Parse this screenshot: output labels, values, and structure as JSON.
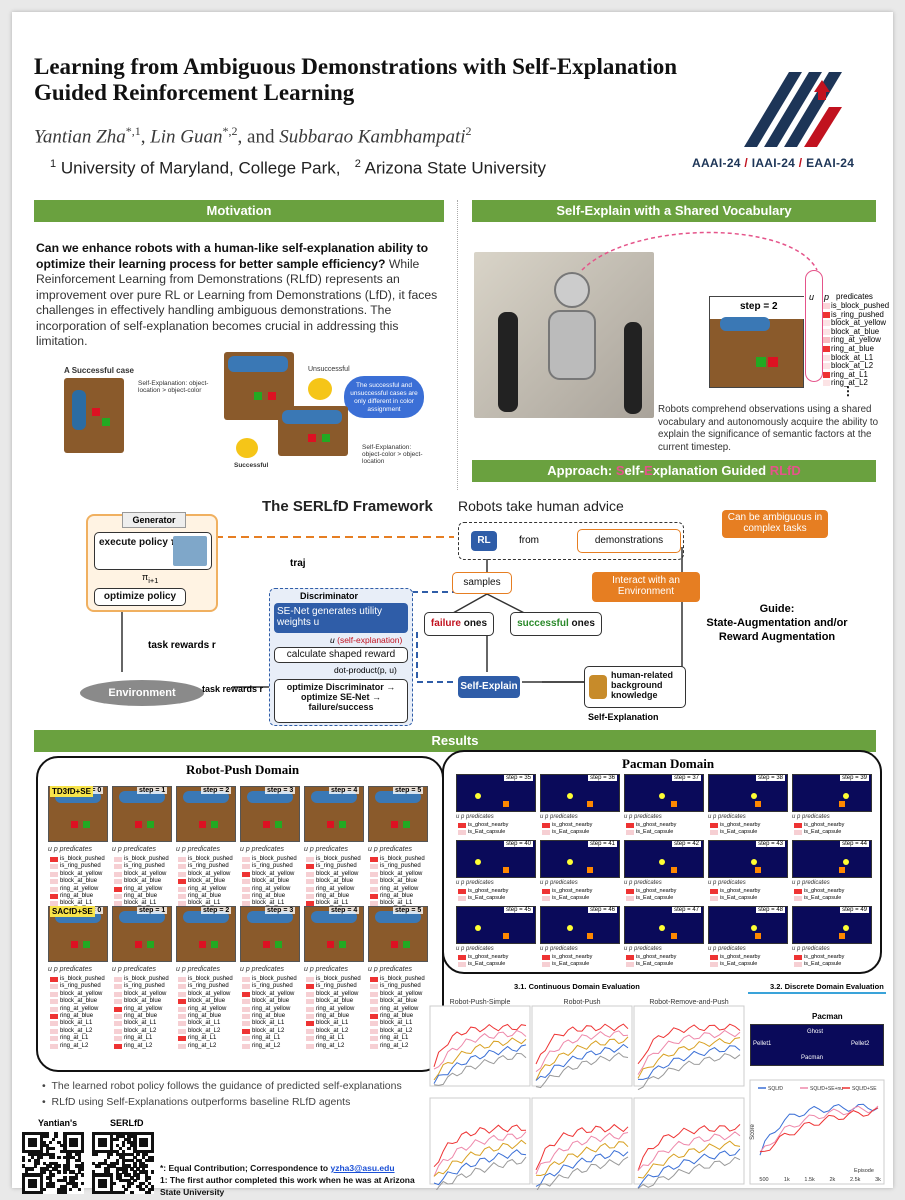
{
  "header": {
    "title_line1": "Learning from Ambiguous Demonstrations with Self-Explanation",
    "title_line2": "Guided Reinforcement Learning",
    "author1": "Yantian Zha",
    "author1_sup": "*,1",
    "author2": "Lin Guan",
    "author2_sup": "*,2",
    "and": ", and",
    "author3": "Subbarao Kambhampati",
    "author3_sup": "2",
    "affil1_sup": "1",
    "affil1": "University of Maryland, College Park,",
    "affil2_sup": "2",
    "affil2": "Arizona State University",
    "conf_aaai": "AAAI-24",
    "conf_iaai": "IAAI-24",
    "conf_eaai": "EAAI-24",
    "sep": "/"
  },
  "motivation": {
    "banner": "Motivation",
    "bold_text": "Can we enhance robots with a human-like self-explanation ability to optimize their learning process for better sample efficiency?",
    "body_text": " While Reinforcement Learning from Demonstrations (RLfD) represents an improvement over pure RL or Learning from Demonstrations (LfD), it faces challenges in effectively handling ambiguous demonstrations. The incorporation of self-explanation becomes crucial in addressing this limitation.",
    "fig_success_case": "A Successful case",
    "fig_self_exp1": "Self-Explanation: object-location > object-color",
    "fig_unsuccessful": "Unsuccessful",
    "fig_bubble": "The successful and unsuccessful cases are only different in color assignment",
    "fig_self_exp2": "Self-Explanation: object-color > object-location",
    "fig_successful": "Successful"
  },
  "selfexplain": {
    "banner": "Self-Explain with a Shared Vocabulary",
    "step": "step = 2",
    "u": "u",
    "p": "p",
    "predicates_hdr": "predicates",
    "predicates": [
      "is_block_pushed",
      "is_ring_pushed",
      "block_at_yellow",
      "block_at_blue",
      "ring_at_yellow",
      "ring_at_blue",
      "block_at_L1",
      "block_at_L2",
      "ring_at_L1",
      "ring_at_L2"
    ],
    "ellipsis": "⋮",
    "caption": "Robots comprehend observations using a shared vocabulary and autonomously acquire the ability to explain the significance of semantic factors at the current timestep."
  },
  "approach": {
    "banner_prefix": "Approach: ",
    "s": "S",
    "elf": "elf-",
    "e": "E",
    "xplanation": "xplanation Guided ",
    "rlfd": "RLfD",
    "framework_title": "The SERLfD Framework",
    "human_advice": "Robots take human advice",
    "generator": "Generator",
    "execute_policy": "execute policy π",
    "execute_sub": "i",
    "pi_next": "π",
    "pi_next_sub": "i+1",
    "optimize_policy": "optimize policy",
    "traj": "traj",
    "task_rewards1": "task rewards r",
    "environment": "Environment",
    "task_rewards2": "task rewards r",
    "rl": "RL",
    "from": "from",
    "demonstrations": "demonstrations",
    "ambiguous": "Can be ambiguous in complex tasks",
    "samples": "samples",
    "interact": "Interact with an Environment",
    "discriminator": "Discriminator",
    "senet": "SE-Net generates utility weights u",
    "u_self": "u",
    "self_expl_lbl": "(self-explanation)",
    "calc_reward": "calculate shaped reward",
    "dot_product": "dot-product(p, u)",
    "optimize_disc": "optimize Discriminator → optimize SE-Net → failure/success",
    "failure": "failure",
    "ones1": " ones",
    "successful": "successful",
    "ones2": " ones",
    "self_explain": "Self-Explain",
    "human_knowledge": "human-related background knowledge",
    "self_explanation_lbl": "Self-Explanation",
    "guide": "Guide:",
    "guide_sub": "State-Augmentation and/or Reward Augmentation"
  },
  "results": {
    "banner": "Results",
    "robot_domain": "Robot-Push Domain",
    "pacman_domain": "Pacman Domain",
    "robot_row1_label": "TD3fD+SE",
    "robot_row2_label": "SACfD+SE",
    "robot_steps": [
      "step = 0",
      "step = 1",
      "step = 2",
      "step = 3",
      "step = 4",
      "step = 5"
    ],
    "pac_steps_row1": [
      "step = 35",
      "step = 36",
      "step = 37",
      "step = 38",
      "step = 39"
    ],
    "pac_steps_row2": [
      "step = 40",
      "step = 41",
      "step = 42",
      "step = 43",
      "step = 44"
    ],
    "pac_steps_row3": [
      "step = 45",
      "step = 46",
      "step = 47",
      "step = 48",
      "step = 49"
    ],
    "up_predicates": "u p  predicates",
    "pac_predicates": [
      "is_ghost_nearby",
      "is_Eat_capsule"
    ],
    "robot_predicates": [
      "is_block_pushed",
      "is_ring_pushed",
      "block_at_yellow",
      "block_at_blue",
      "ring_at_yellow",
      "ring_at_blue",
      "block_at_L1",
      "block_at_L2",
      "ring_at_L1",
      "ring_at_L2"
    ],
    "bullet1": "The learned robot policy follows the guidance of predicted self-explanations",
    "bullet2": "RLfD using Self-Explanations outperforms baseline RLfD agents",
    "cont_eval_title": "3.1. Continuous Domain Evaluation",
    "disc_eval_title": "3.2. Discrete Domain Evaluation",
    "chart_robot_push_simple": "Robot-Push-Simple",
    "chart_robot_push": "Robot-Push",
    "chart_robot_remove": "Robot-Remove-and-Push",
    "chart_pacman": "Pacman",
    "ghost": "Ghost",
    "pellet1": "Pellet1",
    "pellet2": "Pellet2",
    "pacman_lbl": "Pacman",
    "score": "Score",
    "episode": "Episode",
    "pac_legend": [
      "SQLfD",
      "SQLfD+SE+nu",
      "SQLfD+SE"
    ],
    "pac_x_ticks": [
      "500",
      "1k",
      "1.5k",
      "2k",
      "2.5k",
      "3k"
    ]
  },
  "footer": {
    "qr1_label": "Yantian's",
    "qr2_label": "SERLfD",
    "fn1_prefix": "*: Equal Contribution; Correspondence to ",
    "fn1_email": "yzha3@asu.edu",
    "fn2": "1: The first author completed this work when he was at Arizona State University"
  },
  "colors": {
    "banner_green": "#6aa13f",
    "accent_pink": "#e5548a",
    "orange": "#e67e22",
    "blue": "#2f5da8"
  }
}
